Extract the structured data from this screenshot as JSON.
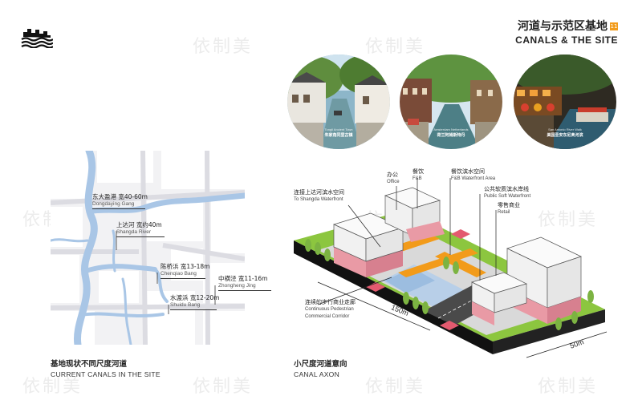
{
  "header": {
    "title_cn": "河道与示范区基地",
    "page_badge": "11",
    "title_en": "CANALS & THE SITE"
  },
  "watermark": "依制美",
  "photos": [
    {
      "caption_en": "Tongli Ancient Town",
      "caption_cn": "朱家角同里古镇",
      "icon": "canal-town-photo"
    },
    {
      "caption_en": "Amsterdam Netherlands",
      "caption_cn": "荷兰阿姆斯特丹",
      "icon": "amsterdam-canal-photo"
    },
    {
      "caption_en": "San Antonio River Walk",
      "caption_cn": "美国圣安东尼奥河滨",
      "icon": "riverwalk-photo"
    }
  ],
  "map_labels": [
    {
      "cn": "东大盈港  宽40-60m",
      "en": "Dongdaying Gang"
    },
    {
      "cn": "上达河  宽约40m",
      "en": "Shangda River"
    },
    {
      "cn": "陈桥浜  宽13-18m",
      "en": "Chenqiao Bang"
    },
    {
      "cn": "中横泾  宽11-16m",
      "en": "Zhongheng Jing"
    },
    {
      "cn": "水渡浜  宽12-20m",
      "en": "Shuidu Bang"
    }
  ],
  "left_caption": {
    "cn": "基地现状不同尺度河道",
    "en": "CURRENT CANALS IN THE SITE"
  },
  "right_caption": {
    "cn": "小尺度河道意向",
    "en": "CANAL AXON"
  },
  "axon_labels": {
    "office": {
      "cn": "办公",
      "en": "Office"
    },
    "fnb": {
      "cn": "餐饮",
      "en": "F&B"
    },
    "fnb_waterfront": {
      "cn": "餐饮滨水空间",
      "en": "F&B Waterfront Area"
    },
    "public_soft": {
      "cn": "公共软质滨水岸线",
      "en": "Public Soft Waterfront"
    },
    "retail": {
      "cn": "零售商业",
      "en": "Retail"
    },
    "shangda": {
      "cn": "连接上达河滨水空间",
      "en": "To Shangda Waterfront"
    },
    "corridor": {
      "cn": "连续的步行商业走廊",
      "en1": "Continuous Pedestrian",
      "en2": "Commercial Corridor"
    },
    "dim_length": "150m",
    "dim_width": "50m"
  },
  "colors": {
    "accent": "#f29b1a",
    "building_pink": "#e99aa5",
    "water": "#b8cfe8",
    "green": "#8cc63f"
  }
}
